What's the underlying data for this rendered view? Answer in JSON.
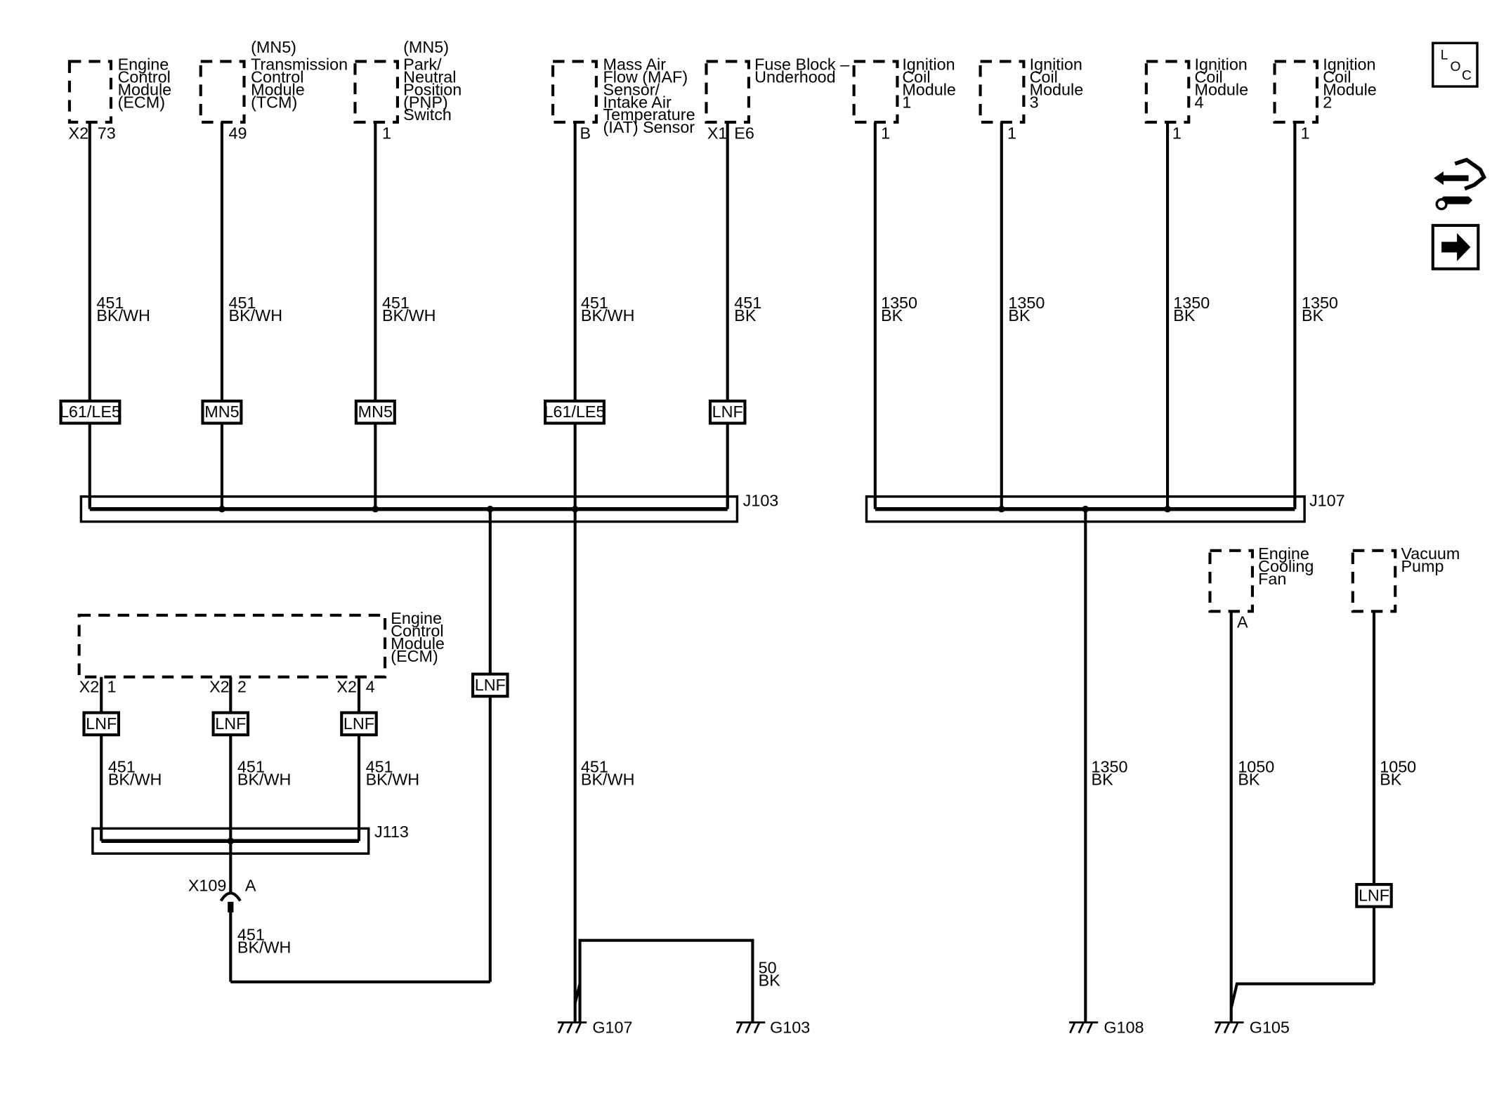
{
  "components": [
    {
      "name": "Engine Control Module (ECM)",
      "lines": [
        "Engine",
        "Control",
        "Module",
        "(ECM)"
      ],
      "connector": "X2",
      "pin": "73"
    },
    {
      "name": "Transmission Control Module (TCM)",
      "option": "(MN5)",
      "lines": [
        "Transmission",
        "Control",
        "Module",
        "(TCM)"
      ],
      "connector": "",
      "pin": "49"
    },
    {
      "name": "Park/Neutral Position (PNP) Switch",
      "option": "(MN5)",
      "lines": [
        "Park/",
        "Neutral",
        "Position",
        "(PNP)",
        "Switch"
      ],
      "connector": "",
      "pin": "1"
    },
    {
      "name": "Mass Air Flow (MAF) Sensor/Intake Air Temperature (IAT) Sensor",
      "lines": [
        "Mass Air",
        "Flow (MAF)",
        "Sensor/",
        "Intake Air",
        "Temperature",
        "(IAT) Sensor"
      ],
      "connector": "",
      "pin": "B"
    },
    {
      "name": "Fuse Block - Underhood",
      "lines": [
        "Fuse Block –",
        "Underhood"
      ],
      "connector": "X1",
      "pin": "E6"
    },
    {
      "name": "Ignition Coil Module 1",
      "lines": [
        "Ignition",
        "Coil",
        "Module",
        "1"
      ],
      "connector": "",
      "pin": "1"
    },
    {
      "name": "Ignition Coil Module 3",
      "lines": [
        "Ignition",
        "Coil",
        "Module",
        "3"
      ],
      "connector": "",
      "pin": "1"
    },
    {
      "name": "Ignition Coil Module 4",
      "lines": [
        "Ignition",
        "Coil",
        "Module",
        "4"
      ],
      "connector": "",
      "pin": "1"
    },
    {
      "name": "Ignition Coil Module 2",
      "lines": [
        "Ignition",
        "Coil",
        "Module",
        "2"
      ],
      "connector": "",
      "pin": "1"
    },
    {
      "name": "Engine Cooling Fan",
      "lines": [
        "Engine",
        "Cooling",
        "Fan"
      ],
      "connector": "",
      "pin": "A"
    },
    {
      "name": "Vacuum Pump",
      "lines": [
        "Vacuum",
        "Pump"
      ],
      "connector": "",
      "pin": ""
    },
    {
      "name": "Engine Control Module (ECM)",
      "lines": [
        "Engine",
        "Control",
        "Module",
        "(ECM)"
      ],
      "pins": [
        {
          "connector": "X2",
          "pin": "1"
        },
        {
          "connector": "X2",
          "pin": "2"
        },
        {
          "connector": "X2",
          "pin": "4"
        }
      ]
    }
  ],
  "wires": [
    {
      "circuit": "451",
      "color": "BK/WH"
    },
    {
      "circuit": "451",
      "color": "BK/WH"
    },
    {
      "circuit": "451",
      "color": "BK/WH"
    },
    {
      "circuit": "451",
      "color": "BK/WH"
    },
    {
      "circuit": "451",
      "color": "BK"
    },
    {
      "circuit": "1350",
      "color": "BK"
    },
    {
      "circuit": "1350",
      "color": "BK"
    },
    {
      "circuit": "1350",
      "color": "BK"
    },
    {
      "circuit": "1350",
      "color": "BK"
    },
    {
      "circuit": "451",
      "color": "BK/WH"
    },
    {
      "circuit": "451",
      "color": "BK/WH"
    },
    {
      "circuit": "451",
      "color": "BK/WH"
    },
    {
      "circuit": "451",
      "color": "BK/WH"
    },
    {
      "circuit": "1350",
      "color": "BK"
    },
    {
      "circuit": "1050",
      "color": "BK"
    },
    {
      "circuit": "1050",
      "color": "BK"
    },
    {
      "circuit": "451",
      "color": "BK/WH"
    },
    {
      "circuit": "50",
      "color": "BK"
    }
  ],
  "option_boxes": [
    "L61/LE5",
    "MN5",
    "MN5",
    "L61/LE5",
    "LNF",
    "LNF",
    "LNF",
    "LNF",
    "LNF",
    "LNF"
  ],
  "splices": [
    "J103",
    "J107",
    "J113"
  ],
  "inline_connector": {
    "name": "X109",
    "pin": "A"
  },
  "grounds": [
    "G107",
    "G103",
    "G108",
    "G105"
  ],
  "side_icons": [
    "loc-icon",
    "schematic-reference-icon",
    "next-page-arrow-icon"
  ],
  "loc_letters": [
    "L",
    "O",
    "C"
  ]
}
